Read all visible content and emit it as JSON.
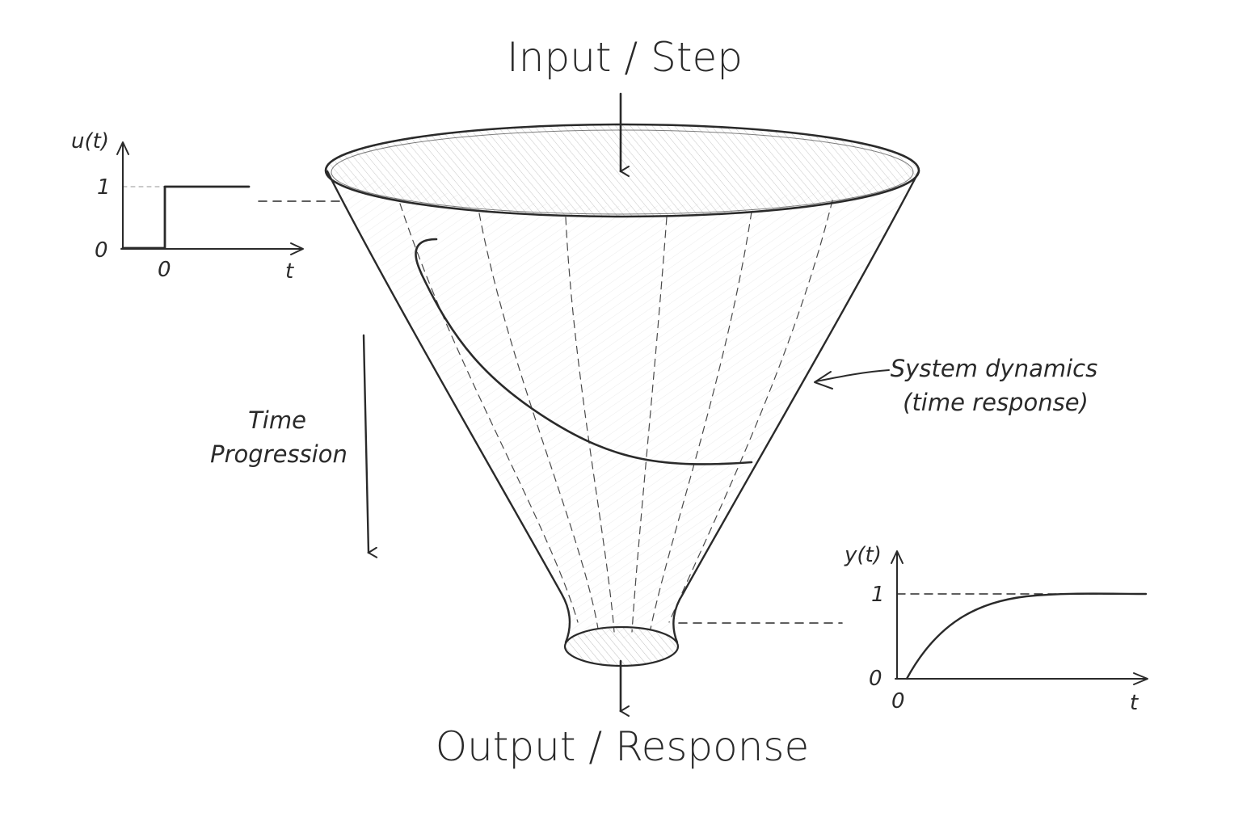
{
  "title": "Input / Step",
  "output_label": "Output / Response",
  "time_label": {
    "line1": "Time",
    "line2": "Progression"
  },
  "dynamics_label": {
    "line1": "System dynamics",
    "line2": "(time response)"
  },
  "input_plot": {
    "ylabel": "u(t)",
    "xlabel": "t",
    "y_ticks": [
      "0",
      "1"
    ],
    "x_ticks": [
      "0"
    ]
  },
  "output_plot": {
    "ylabel": "y(t)",
    "xlabel": "t",
    "y_ticks": [
      "0",
      "1"
    ],
    "x_ticks": [
      "0"
    ]
  },
  "colors": {
    "ink": "#2a2a2a",
    "paper": "#ffffff"
  }
}
